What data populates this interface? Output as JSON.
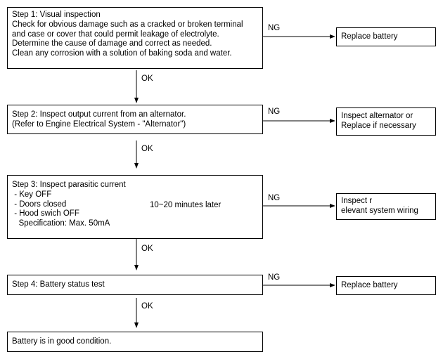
{
  "steps": [
    {
      "lines": [
        "Step 1: Visual inspection",
        "Check for obvious damage such as a cracked or broken terminal",
        "and case or cover that could permit leakage of electrolyte.",
        "Determine the cause of damage and correct as needed.",
        "Clean any corrosion with a solution of baking soda and water."
      ],
      "ng_label": "NG",
      "ng_action": [
        "Replace battery"
      ]
    },
    {
      "lines": [
        "Step 2: Inspect output current from an alternator.",
        "(Refer to Engine Electrical System - \"Alternator\")"
      ],
      "ng_label": "NG",
      "ng_action": [
        "Inspect alternator or",
        "Replace if necessary"
      ]
    },
    {
      "lines": [
        "Step 3: Inspect parasitic current",
        " - Key OFF",
        " - Doors closed",
        " - Hood swich OFF",
        "   Specification: Max. 50mA"
      ],
      "bracket_note": "10~20 minutes later",
      "ng_label": "NG",
      "ng_action": [
        "Inspect r",
        "elevant system wiring"
      ]
    },
    {
      "lines": [
        "Step 4: Battery status test"
      ],
      "ng_label": "NG",
      "ng_action": [
        "Replace battery"
      ]
    }
  ],
  "ok_label": "OK",
  "final": "Battery is in good condition."
}
